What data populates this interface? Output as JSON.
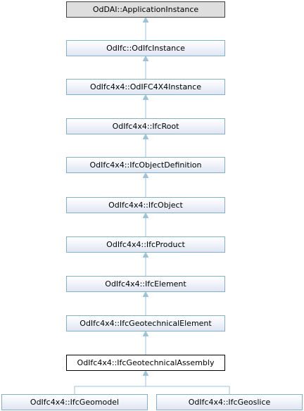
{
  "diagram": {
    "nodes": [
      {
        "id": "n0",
        "label": "OdDAI::ApplicationInstance"
      },
      {
        "id": "n1",
        "label": "OdIfc::OdIfcInstance"
      },
      {
        "id": "n2",
        "label": "OdIfc4x4::OdIFC4X4Instance"
      },
      {
        "id": "n3",
        "label": "OdIfc4x4::IfcRoot"
      },
      {
        "id": "n4",
        "label": "OdIfc4x4::IfcObjectDefinition"
      },
      {
        "id": "n5",
        "label": "OdIfc4x4::IfcObject"
      },
      {
        "id": "n6",
        "label": "OdIfc4x4::IfcProduct"
      },
      {
        "id": "n7",
        "label": "OdIfc4x4::IfcElement"
      },
      {
        "id": "n8",
        "label": "OdIfc4x4::IfcGeotechnicalElement"
      },
      {
        "id": "n9",
        "label": "OdIfc4x4::IfcGeotechnicalAssembly"
      },
      {
        "id": "n10",
        "label": "OdIfc4x4::IfcGeomodel"
      },
      {
        "id": "n11",
        "label": "OdIfc4x4::IfcGeoslice"
      }
    ],
    "edges": [
      {
        "from": "n1",
        "to": "n0"
      },
      {
        "from": "n2",
        "to": "n1"
      },
      {
        "from": "n3",
        "to": "n2"
      },
      {
        "from": "n4",
        "to": "n3"
      },
      {
        "from": "n5",
        "to": "n4"
      },
      {
        "from": "n6",
        "to": "n5"
      },
      {
        "from": "n7",
        "to": "n6"
      },
      {
        "from": "n8",
        "to": "n7"
      },
      {
        "from": "n9",
        "to": "n8"
      },
      {
        "from": "n10",
        "to": "n9"
      },
      {
        "from": "n11",
        "to": "n9"
      }
    ],
    "edge_color": "#9cc3d9"
  }
}
